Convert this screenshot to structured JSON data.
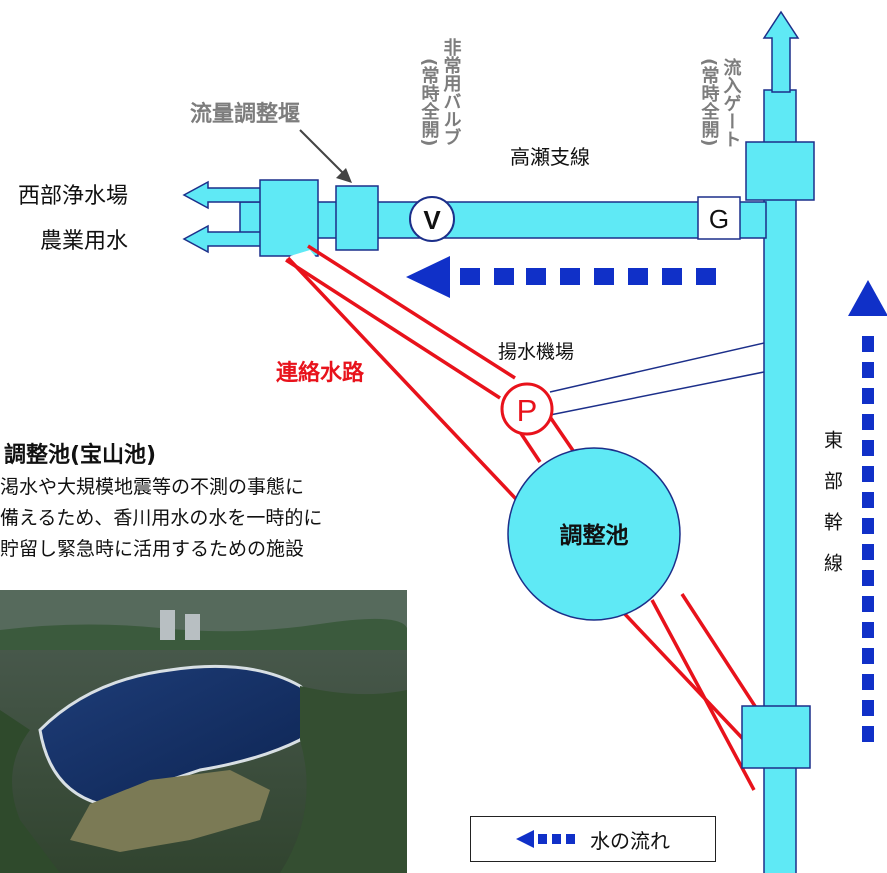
{
  "labels": {
    "flow_weir": "流量調整堰",
    "emergency_valve": "非常用バルブ",
    "emergency_valve_note": "(常時全開)",
    "inflow_gate": "流入ゲート",
    "inflow_gate_note": "(常時全開)",
    "takase_branch": "高瀬支線",
    "west_plant": "西部浄水場",
    "agri_water": "農業用水",
    "connecting_channel": "連絡水路",
    "pump_station": "揚水機場",
    "reservoir": "調整池",
    "east_main": "東部幹線",
    "valve_symbol": "V",
    "gate_symbol": "G",
    "pump_symbol": "P"
  },
  "info_panel": {
    "title": "調整池(宝山池)",
    "lines": [
      "渇水や大規模地震等の不測の事態に",
      "備えるため、香川用水の水を一時的に",
      "貯留し緊急時に活用するための施設"
    ]
  },
  "legend": {
    "label": "水の流れ"
  },
  "colors": {
    "pipe_fill": "#5fe9f5",
    "pipe_stroke": "#1c2f8a",
    "channel_red": "#e8121b",
    "flow_arrow": "#1030c8",
    "gray_label": "#7d7d7d",
    "red_label": "#e8121b"
  }
}
